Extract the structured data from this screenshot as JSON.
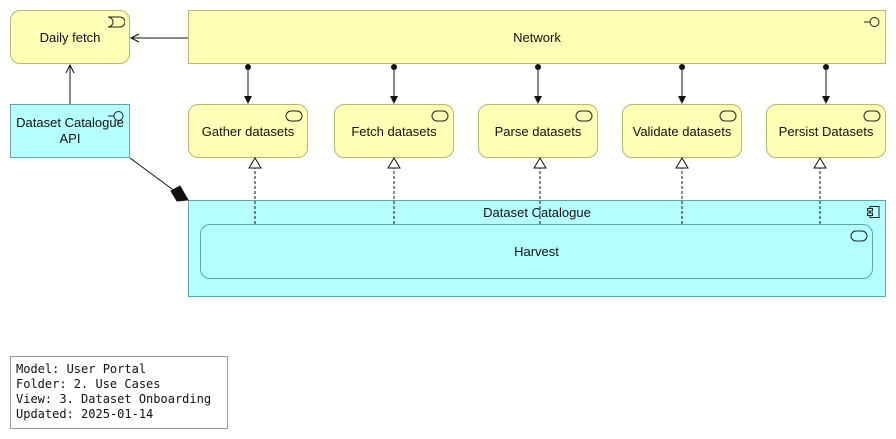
{
  "diagram": {
    "elements": {
      "daily_fetch": "Daily fetch",
      "network": "Network",
      "api": "Dataset Catalogue API",
      "gather": "Gather datasets",
      "fetch": "Fetch datasets",
      "parse": "Parse datasets",
      "validate": "Validate datasets",
      "persist": "Persist Datasets",
      "catalogue": "Dataset Catalogue",
      "harvest": "Harvest"
    },
    "colors": {
      "business": "#ffffb5",
      "application": "#b5ffff"
    }
  },
  "info": {
    "model": "Model: User Portal",
    "folder": "Folder: 2. Use Cases",
    "view": "View: 3. Dataset Onboarding",
    "updated": "Updated: 2025-01-14"
  }
}
